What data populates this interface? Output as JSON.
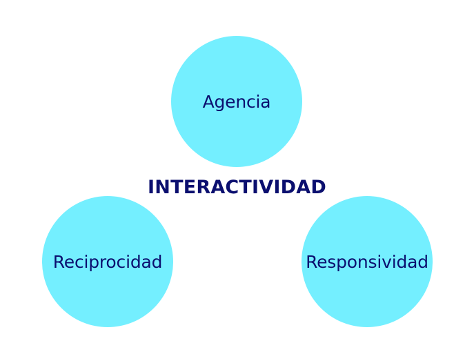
{
  "diagram": {
    "title": "INTERACTIVIDAD",
    "nodes": [
      {
        "label": "Agencia"
      },
      {
        "label": "Reciprocidad"
      },
      {
        "label": "Responsividad"
      }
    ]
  },
  "colors": {
    "circle_fill": "#74efff",
    "text": "#0b0f6f",
    "background": "#ffffff"
  }
}
